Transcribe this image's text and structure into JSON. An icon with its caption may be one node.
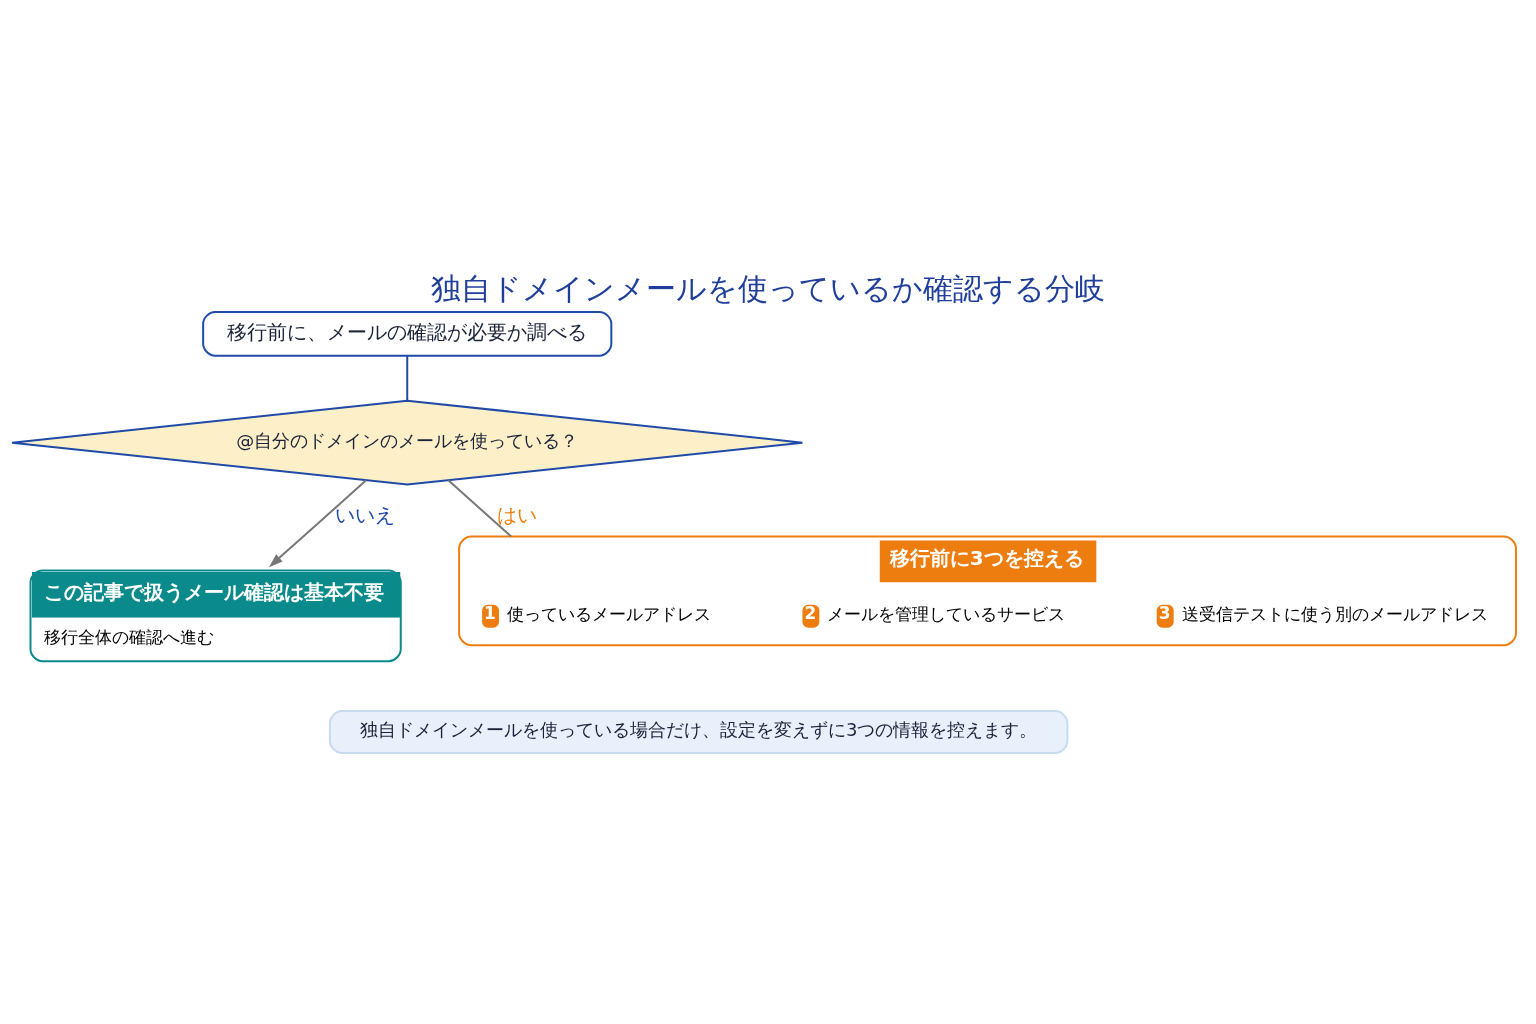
{
  "diagram": {
    "title": "独自ドメインメールを使っているか確認する分岐",
    "nodes": [
      {
        "text": [
          "移行前に、メールの確認が必要か調べる"
        ]
      },
      {
        "text": [
          "@自分のドメインのメールを使っている？"
        ]
      },
      {
        "text": [
          "この記事で扱うメール確認は基本不要",
          "移行全体の確認へ進む"
        ]
      },
      {
        "text": [
          "移行前に3つを控える"
        ]
      },
      {
        "text": [
          "1",
          "使っているメールアドレス"
        ],
        "in": 3
      },
      {
        "text": [
          "2",
          "メールを管理しているサービス"
        ],
        "in": 3
      },
      {
        "text": [
          "3",
          "送受信テストに使う別のメールアドレス"
        ],
        "in": 3
      },
      {
        "text": [
          "独自ドメインメールを使っている場合だけ、設定を変えずに3つの情報を控えます。"
        ]
      }
    ],
    "edges": [
      {
        "from": 0,
        "to": 1,
        "arrow": "none",
        "color": "#1f4aa8"
      },
      {
        "from": 1,
        "to": 2,
        "arrow": "to",
        "label": "いいえ"
      },
      {
        "from": 1,
        "to": 3,
        "arrow": "none",
        "label": "はい"
      }
    ]
  }
}
